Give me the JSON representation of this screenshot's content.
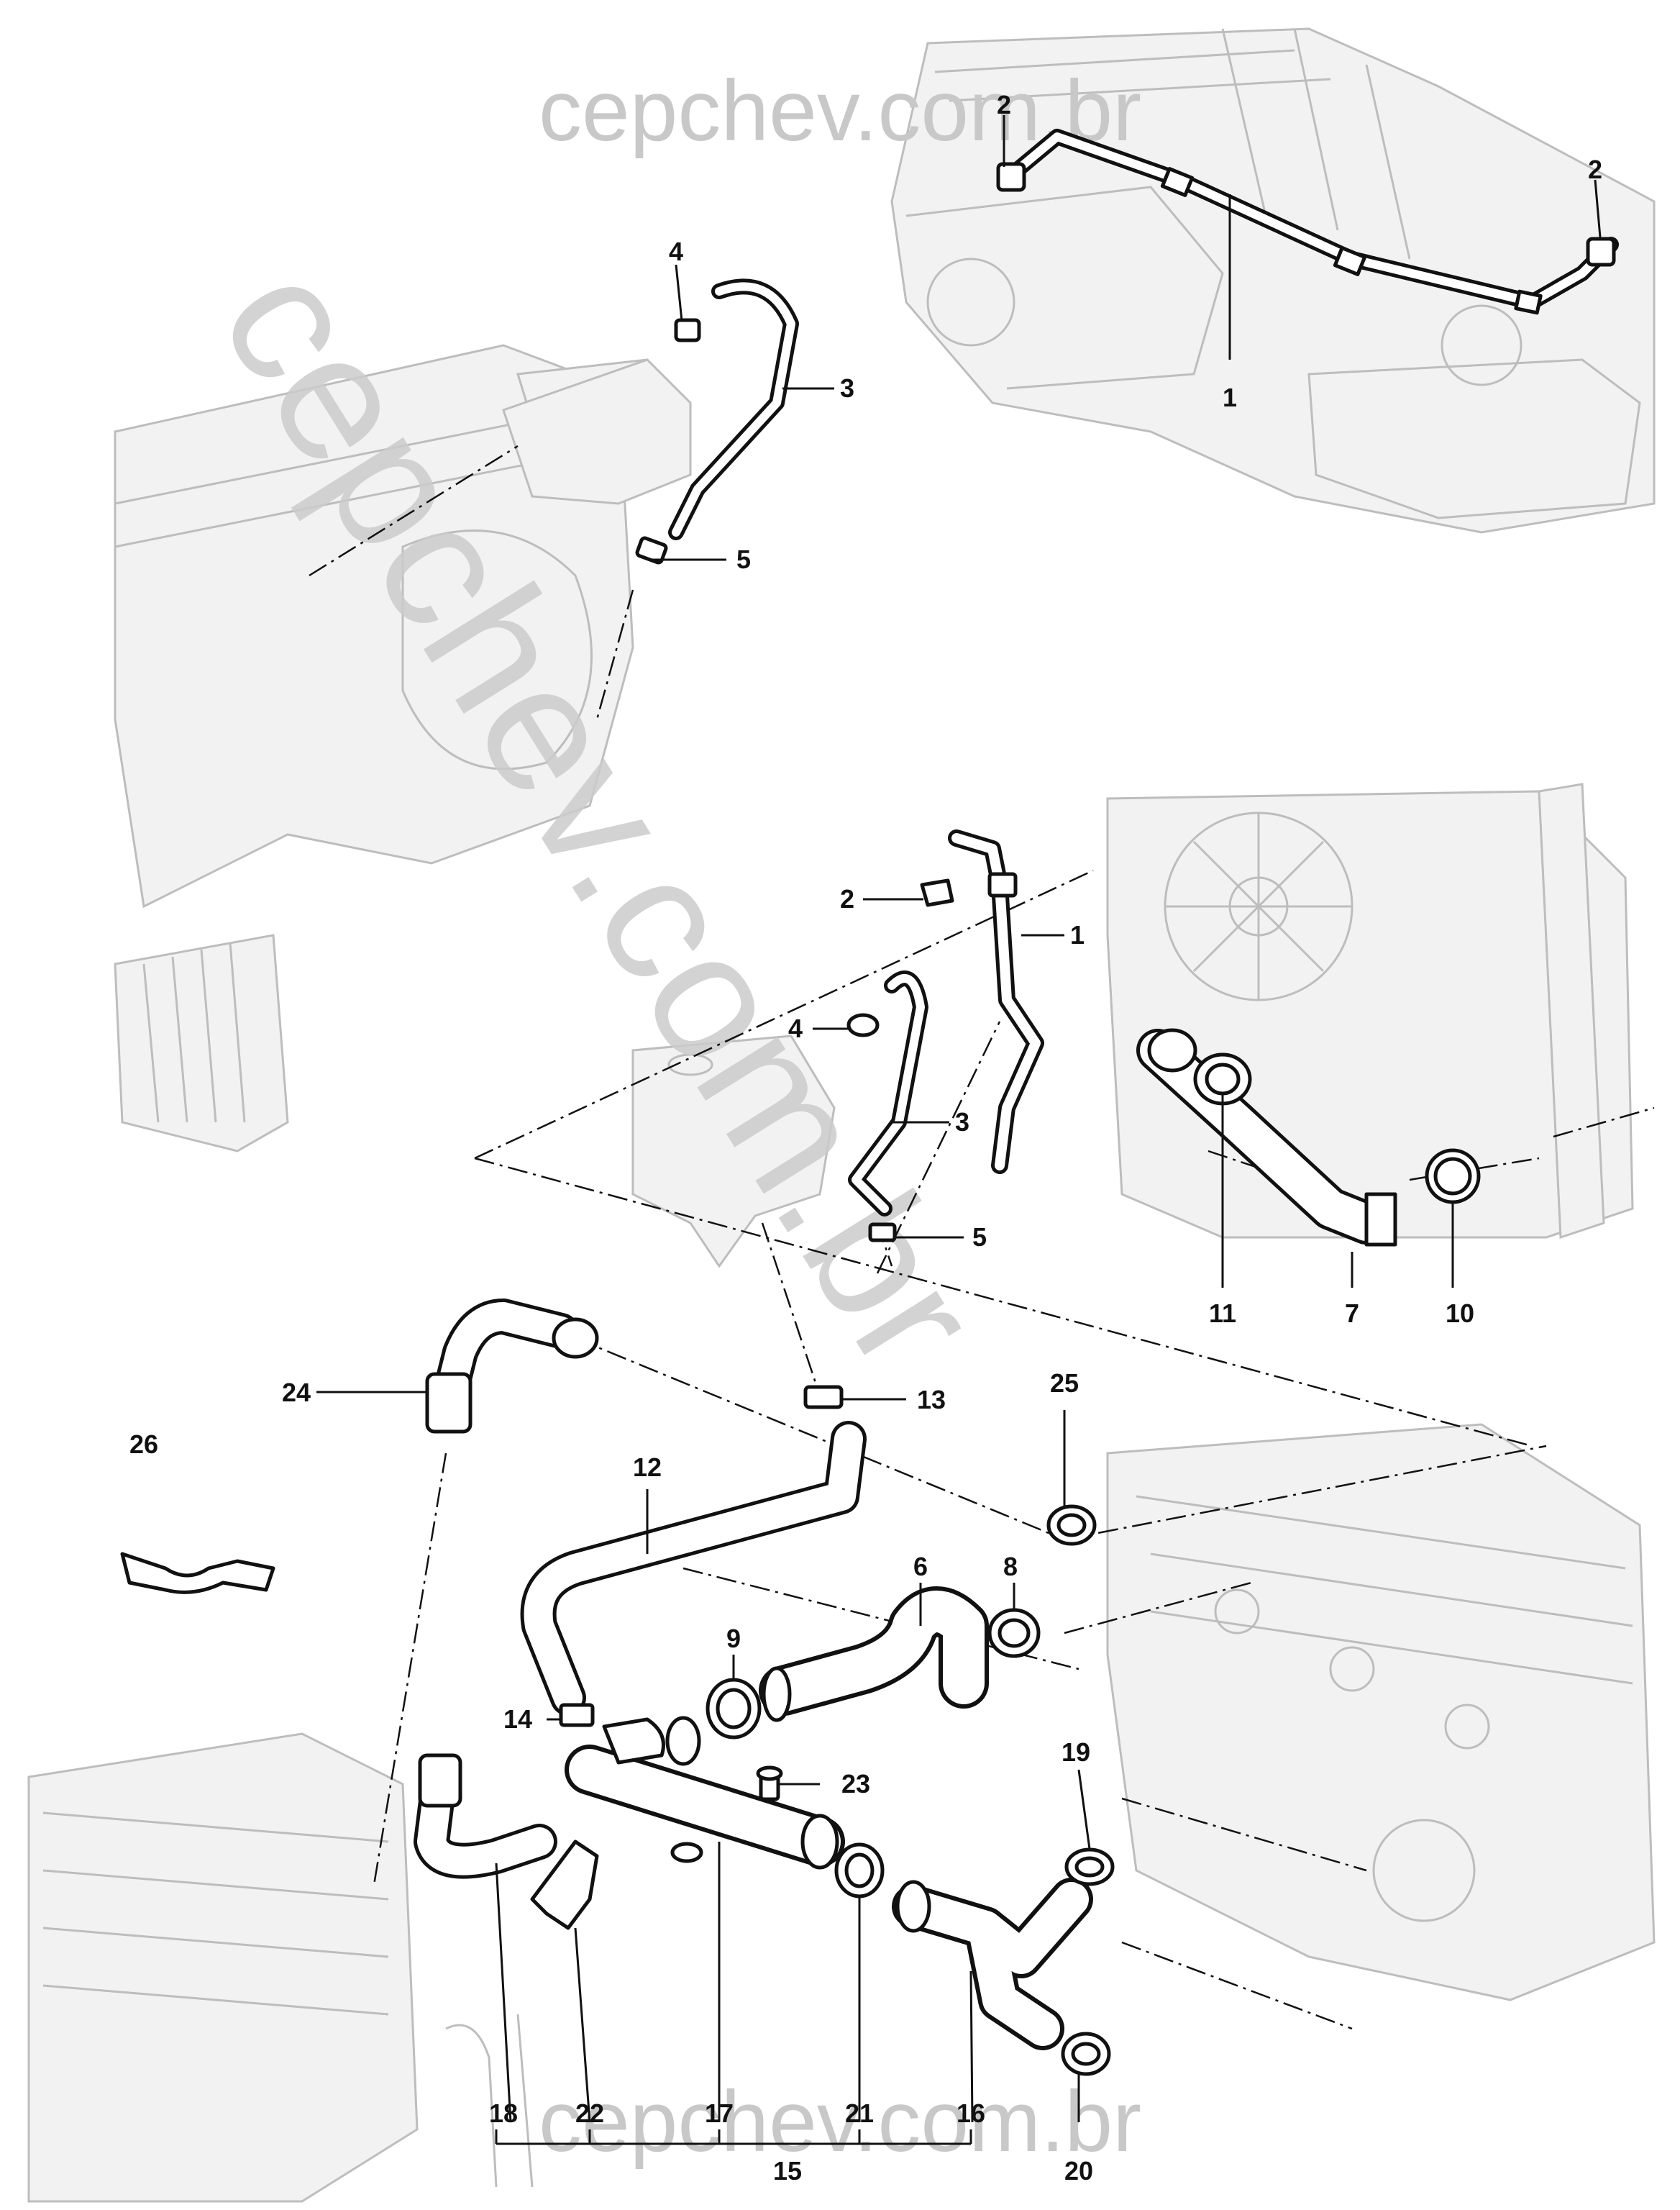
{
  "watermark": {
    "top": "cepchev.com.br",
    "bottom": "cepchev.com.br",
    "diagonal": "cepchev.com.br"
  },
  "callouts": [
    {
      "id": "top-1",
      "text": "1"
    },
    {
      "id": "top-2a",
      "text": "2"
    },
    {
      "id": "top-2b",
      "text": "2"
    },
    {
      "id": "top-3",
      "text": "3"
    },
    {
      "id": "top-4",
      "text": "4"
    },
    {
      "id": "top-5",
      "text": "5"
    },
    {
      "id": "exp-1",
      "text": "1"
    },
    {
      "id": "exp-2",
      "text": "2"
    },
    {
      "id": "exp-3",
      "text": "3"
    },
    {
      "id": "exp-4",
      "text": "4"
    },
    {
      "id": "exp-5",
      "text": "5"
    },
    {
      "id": "exp-6",
      "text": "6"
    },
    {
      "id": "exp-7",
      "text": "7"
    },
    {
      "id": "exp-8",
      "text": "8"
    },
    {
      "id": "exp-9",
      "text": "9"
    },
    {
      "id": "exp-10",
      "text": "10"
    },
    {
      "id": "exp-11",
      "text": "11"
    },
    {
      "id": "exp-12",
      "text": "12"
    },
    {
      "id": "exp-13",
      "text": "13"
    },
    {
      "id": "exp-14",
      "text": "14"
    },
    {
      "id": "exp-15",
      "text": "15"
    },
    {
      "id": "exp-16",
      "text": "16"
    },
    {
      "id": "exp-17",
      "text": "17"
    },
    {
      "id": "exp-18",
      "text": "18"
    },
    {
      "id": "exp-19",
      "text": "19"
    },
    {
      "id": "exp-20",
      "text": "20"
    },
    {
      "id": "exp-21",
      "text": "21"
    },
    {
      "id": "exp-22",
      "text": "22"
    },
    {
      "id": "exp-23",
      "text": "23"
    },
    {
      "id": "exp-24",
      "text": "24"
    },
    {
      "id": "exp-25",
      "text": "25"
    },
    {
      "id": "exp-26",
      "text": "26"
    }
  ]
}
